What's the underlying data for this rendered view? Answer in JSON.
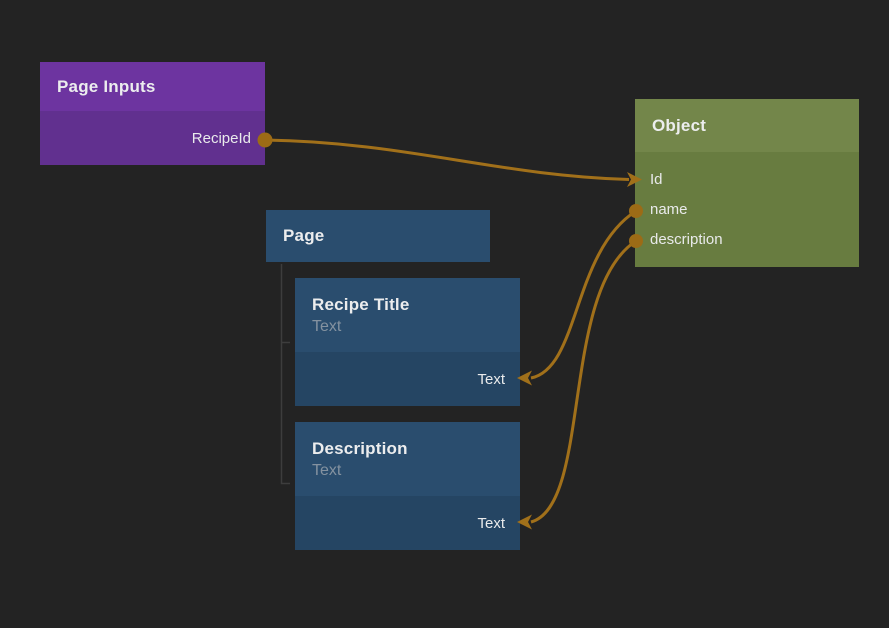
{
  "canvas": {
    "background_color": "#232323",
    "wire_color": "#A1701A",
    "tree_line_color": "#3D3D3D"
  },
  "nodes": {
    "page_inputs": {
      "title": "Page Inputs",
      "header_color": "#6D34A0",
      "body_color": "#61308F",
      "ports": [
        {
          "label": "RecipeId",
          "direction": "output"
        }
      ]
    },
    "object": {
      "title": "Object",
      "header_color": "#73864A",
      "body_color": "#687C40",
      "ports": [
        {
          "label": "Id",
          "direction": "input"
        },
        {
          "label": "name",
          "direction": "output"
        },
        {
          "label": "description",
          "direction": "output"
        }
      ]
    },
    "page": {
      "title": "Page",
      "color": "#2A4D6E"
    },
    "recipe_title": {
      "title": "Recipe Title",
      "subtitle": "Text",
      "header_color": "#2A4D6E",
      "body_color": "#254563",
      "ports": [
        {
          "label": "Text",
          "direction": "input"
        }
      ]
    },
    "description": {
      "title": "Description",
      "subtitle": "Text",
      "header_color": "#2A4D6E",
      "body_color": "#254563",
      "ports": [
        {
          "label": "Text",
          "direction": "input"
        }
      ]
    }
  },
  "connections": [
    {
      "from": "Page Inputs.RecipeId",
      "to": "Object.Id"
    },
    {
      "from": "Object.name",
      "to": "Recipe Title.Text"
    },
    {
      "from": "Object.description",
      "to": "Description.Text"
    }
  ]
}
